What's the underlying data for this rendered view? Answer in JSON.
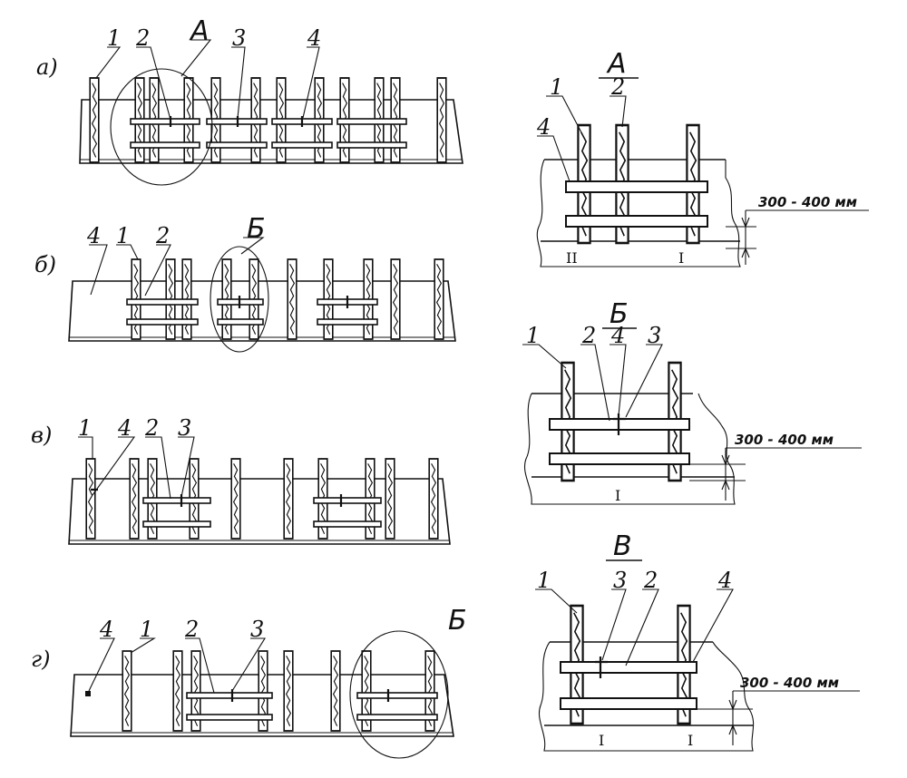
{
  "figure": {
    "panels": [
      {
        "key": "a",
        "label": "а)"
      },
      {
        "key": "b",
        "label": "б)"
      },
      {
        "key": "v",
        "label": "в)"
      },
      {
        "key": "g",
        "label": "г)"
      }
    ],
    "callouts": {
      "A": "А",
      "B": "Б",
      "V": "В"
    },
    "numbers": {
      "n1": "1",
      "n2": "2",
      "n3": "3",
      "n4": "4"
    },
    "roman": {
      "one": "I",
      "two": "II"
    },
    "dimension": "300 - 400 мм"
  }
}
